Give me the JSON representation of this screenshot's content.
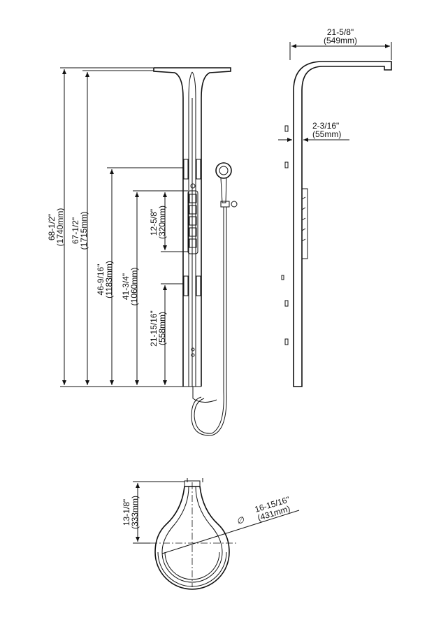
{
  "dimensions": {
    "panel_width": {
      "in": "21-5/8\"",
      "mm": "(549mm)"
    },
    "panel_depth": {
      "in": "2-3/16\"",
      "mm": "(55mm)"
    },
    "total_height": {
      "in": "68-1/2\"",
      "mm": "(1740mm)"
    },
    "outlet_height": {
      "in": "67-1/2\"",
      "mm": "(1715mm)"
    },
    "upper_jets_height": {
      "in": "46-9/16\"",
      "mm": "(1183mm)"
    },
    "controls_top_height": {
      "in": "41-3/4\"",
      "mm": "(1060mm)"
    },
    "controls_span": {
      "in": "12-5/8\"",
      "mm": "(320mm)"
    },
    "lower_jets_height": {
      "in": "21-15/16\"",
      "mm": "(558mm)"
    },
    "top_view_depth": {
      "in": "13-1/8\"",
      "mm": "(333mm)"
    },
    "top_view_diameter": {
      "symbol": "∅",
      "in": "16-15/16\"",
      "mm": "(431mm)"
    }
  }
}
